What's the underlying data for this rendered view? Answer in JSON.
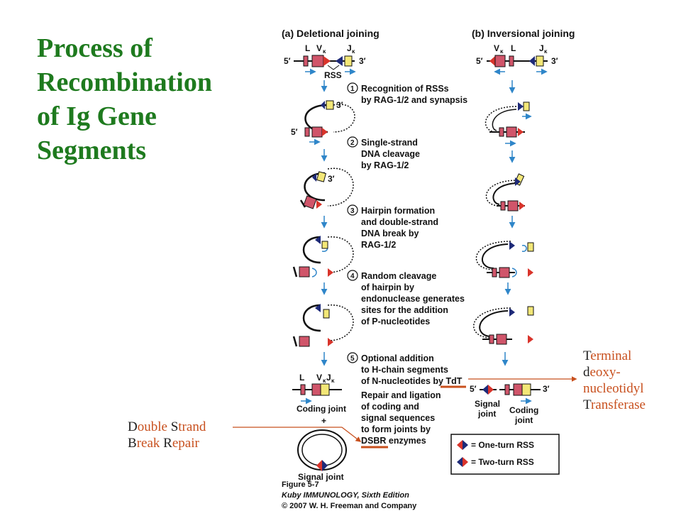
{
  "slide": {
    "title_lines": [
      "Process of",
      "Recombination",
      "of Ig Gene",
      "Segments"
    ],
    "dsbr_annotation": {
      "line1": {
        "h1": "D",
        "r1": "ouble ",
        "h2": "S",
        "r2": "trand"
      },
      "line2": {
        "h1": "B",
        "r1": "reak ",
        "h2": "R",
        "r2": "epair"
      }
    },
    "tdt_annotation": {
      "line1": {
        "h": "T",
        "r": "erminal"
      },
      "line2": {
        "h": "d",
        "r": "eoxy-"
      },
      "line3": {
        "r": "nucleotidyl"
      },
      "line4": {
        "h": "T",
        "r": "ransferase"
      }
    }
  },
  "figure": {
    "panel_a_title": "(a) Deletional joining",
    "panel_b_title": "(b) Inversional joining",
    "labels": {
      "five_prime": "5′",
      "three_prime": "3′",
      "L": "L",
      "V": "V",
      "J": "J",
      "kappa": "κ",
      "RSS": "RSS",
      "coding_joint": "Coding joint",
      "coding_joint_b1": "Coding",
      "coding_joint_b2": "joint",
      "signal_joint": "Signal joint",
      "signal_joint_b1": "Signal",
      "signal_joint_b2": "joint",
      "plus": "+"
    },
    "steps": [
      {
        "num": "1",
        "lines": [
          "Recognition of RSSs",
          "by RAG-1/2 and synapsis"
        ]
      },
      {
        "num": "2",
        "lines": [
          "Single-strand",
          "DNA cleavage",
          "by RAG-1/2"
        ]
      },
      {
        "num": "3",
        "lines": [
          "Hairpin formation",
          "and double-strand",
          "DNA break by",
          "RAG-1/2"
        ]
      },
      {
        "num": "4",
        "lines": [
          "Random cleavage",
          "of hairpin by",
          "endonuclease generates",
          "sites for the addition",
          "of P-nucleotides"
        ]
      },
      {
        "num": "5",
        "lines": [
          "Optional addition",
          "to H-chain segments",
          "of N-nucleotides by TdT"
        ]
      }
    ],
    "repair_lines": [
      "Repair and ligation",
      "of coding and",
      "signal sequences",
      "to form joints by",
      "DSBR enzymes"
    ],
    "legend": {
      "one_turn": "= One-turn RSS",
      "two_turn": "= Two-turn RSS"
    },
    "caption": {
      "figure": "Figure 5-7",
      "book": "Kuby IMMUNOLOGY, Sixth Edition",
      "copyright": "© 2007 W. H. Freeman and Company"
    },
    "colors": {
      "v_segment": "#d0556a",
      "j_segment": "#f3e777",
      "one_turn_rss": "#d9342b",
      "two_turn_rss": "#1e2a78",
      "arrow": "#2f86c9",
      "title_green": "#1e7a1e",
      "annotation_orange": "#c8501e"
    }
  }
}
